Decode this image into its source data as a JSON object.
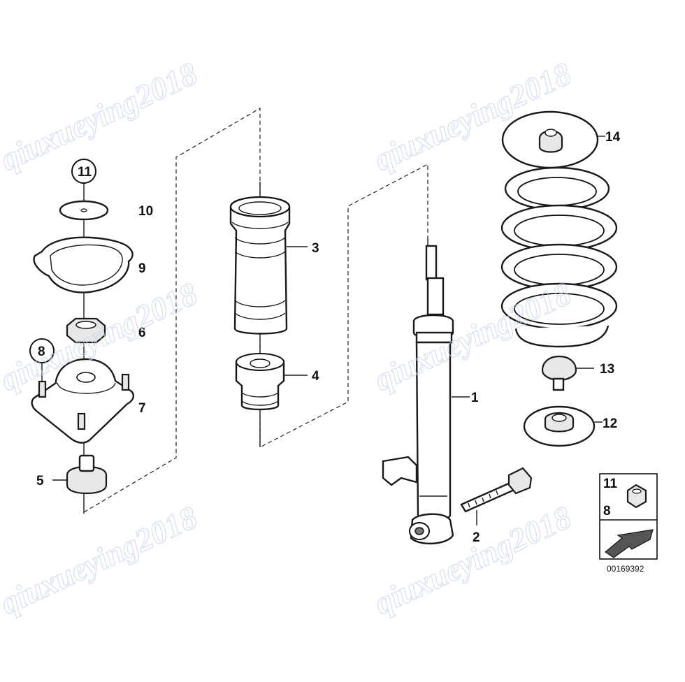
{
  "watermark_text": "qiuxueying2018",
  "reference_number": "00169392",
  "callouts": [
    {
      "id": "1",
      "label": "1"
    },
    {
      "id": "2",
      "label": "2"
    },
    {
      "id": "3",
      "label": "3"
    },
    {
      "id": "4",
      "label": "4"
    },
    {
      "id": "5",
      "label": "5"
    },
    {
      "id": "6",
      "label": "6"
    },
    {
      "id": "7",
      "label": "7"
    },
    {
      "id": "8",
      "label": "8"
    },
    {
      "id": "9",
      "label": "9"
    },
    {
      "id": "10",
      "label": "10"
    },
    {
      "id": "11",
      "label": "11"
    },
    {
      "id": "12",
      "label": "12"
    },
    {
      "id": "13",
      "label": "13"
    },
    {
      "id": "14",
      "label": "14"
    }
  ],
  "legend_box": {
    "top_number": "11",
    "bottom_number": "8"
  }
}
